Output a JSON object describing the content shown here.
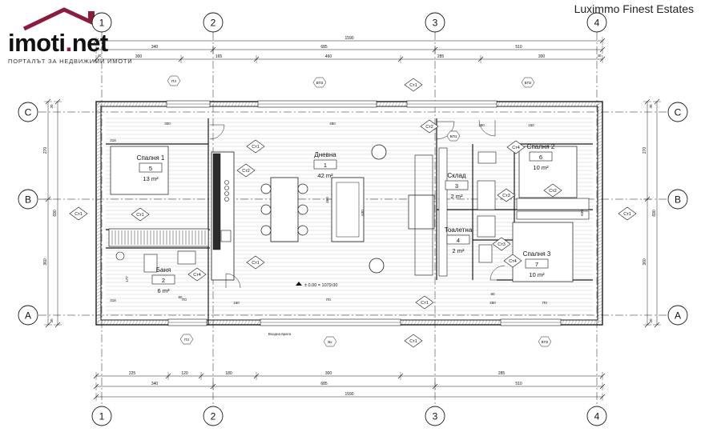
{
  "logo": {
    "text_main": "imoti",
    "text_dot": ".",
    "text_tail": "net",
    "subtitle": "ПОРТАЛЪТ ЗА НЕДВИЖИМИ ИМОТИ",
    "roof_color": "#8a1c3c"
  },
  "brand": "Luximmo Finest Estates",
  "axes": {
    "columns": [
      "1",
      "2",
      "3",
      "4"
    ],
    "rows": [
      "C",
      "B",
      "A"
    ]
  },
  "dimensions": {
    "top_total": "1590",
    "top_segments": [
      "340",
      "685",
      "510"
    ],
    "top_sub": [
      "300",
      "165",
      "460",
      "285",
      "300"
    ],
    "top_small": [
      "40",
      "40"
    ],
    "bottom_total": "1590",
    "bottom_segments": [
      "340",
      "685",
      "510"
    ],
    "bottom_sub": [
      "225",
      "120",
      "180",
      "300",
      "285"
    ],
    "left_total": "690",
    "left_segments": [
      "270",
      "360"
    ],
    "right_total": "690",
    "right_segments": [
      "270",
      "360"
    ],
    "small_edge": "30",
    "interior": [
      "300",
      "318",
      "480",
      "460",
      "150",
      "177",
      "318",
      "80",
      "80",
      "250",
      "150",
      "630",
      "630",
      "160"
    ]
  },
  "rooms": [
    {
      "name": "Спалня 1",
      "number": "5",
      "area": "13 m²"
    },
    {
      "name": "Дневна",
      "number": "1",
      "area": "42 m²"
    },
    {
      "name": "Склад",
      "number": "3",
      "area": "2 m²"
    },
    {
      "name": "Спалня 2",
      "number": "6",
      "area": "10 m²"
    },
    {
      "name": "Баня",
      "number": "2",
      "area": "6 m²"
    },
    {
      "name": "Тоалетна",
      "number": "4",
      "area": "2 m²"
    },
    {
      "name": "Спалня 3",
      "number": "7",
      "area": "10 m²"
    }
  ],
  "level_mark": "± 0.00 = 1079.00",
  "entrance_label": "Входна врата",
  "tags": {
    "structure": "Ст1",
    "structure_2": "Ст2",
    "structure_3": "Ст3",
    "structure_4": "Ст4",
    "window_1": "П3",
    "window_2": "ВП3",
    "window_3": "ВП2",
    "door": "Вх",
    "floor": "П0",
    "vertical_window": "ВП1"
  },
  "palette": {
    "line": "#1a1a1a",
    "hatch": "#555555",
    "kitchen": "#2b2b2b"
  }
}
